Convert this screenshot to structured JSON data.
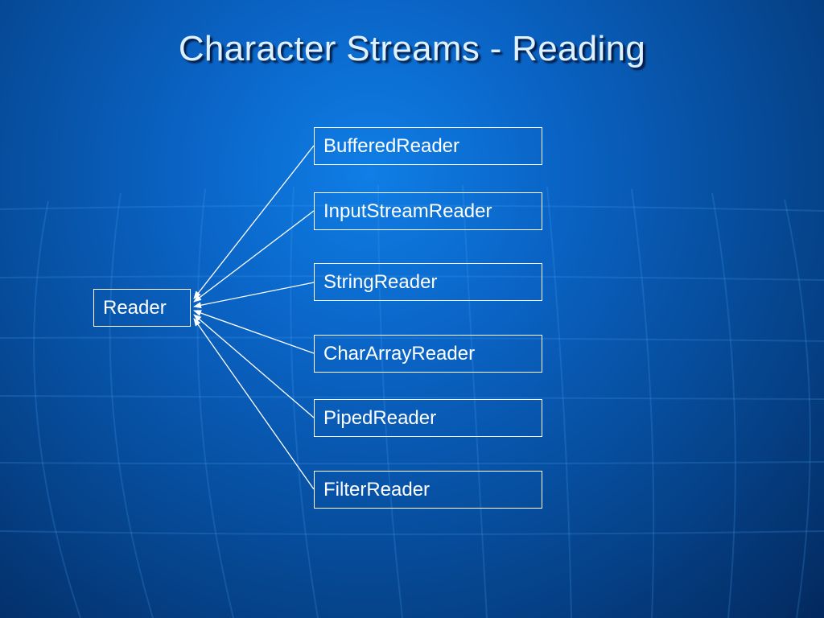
{
  "slide": {
    "title": "Character Streams - Reading"
  },
  "diagram": {
    "base_class": "Reader",
    "subclasses": [
      "BufferedReader",
      "InputStreamReader",
      "StringReader",
      "CharArrayReader",
      "PipedReader",
      "FilterReader"
    ]
  },
  "colors": {
    "background": "#0a5fc0",
    "node_border": "#ffffff",
    "node_text": "#ffffff",
    "title_text": "#dff0ff",
    "connector": "#ffffff"
  }
}
